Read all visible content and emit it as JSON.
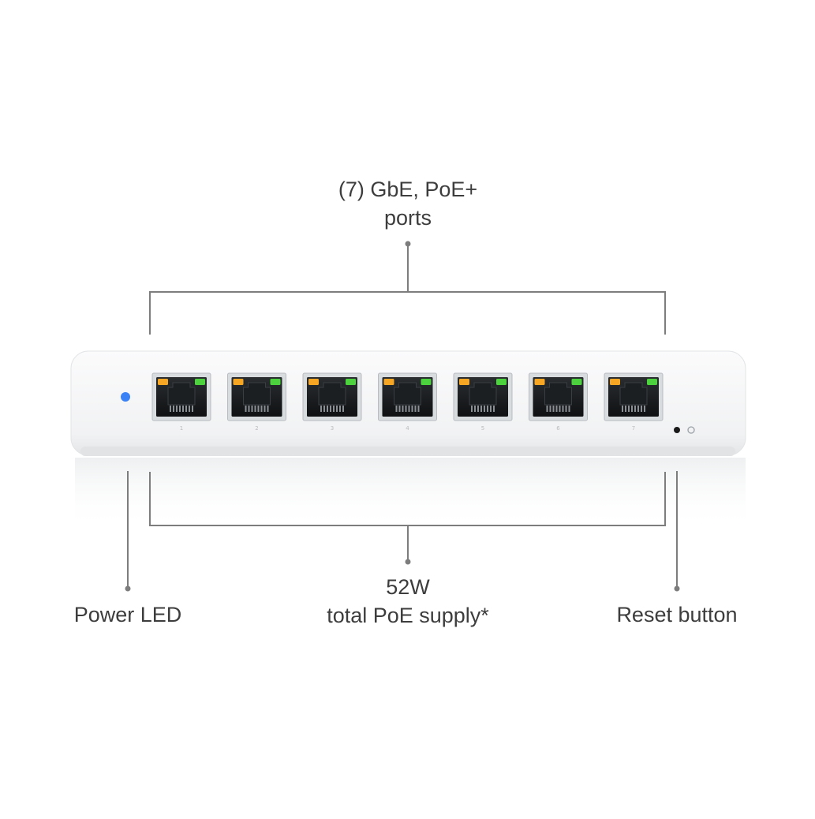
{
  "callouts": {
    "ports": {
      "line1": "(7) GbE, PoE+",
      "line2": "ports"
    },
    "poe": {
      "line1": "52W",
      "line2": "total PoE supply*"
    },
    "power_led": "Power LED",
    "reset_button": "Reset button"
  },
  "device": {
    "port_count": 7,
    "port_labels": [
      "1",
      "2",
      "3",
      "4",
      "5",
      "6",
      "7"
    ],
    "power_led_color": "#3b82f6",
    "led_left_color": "#f6a623",
    "led_right_color": "#4cd23c",
    "body_color": "#f4f5f6",
    "reset_icon": "reset-pinhole-icon"
  }
}
